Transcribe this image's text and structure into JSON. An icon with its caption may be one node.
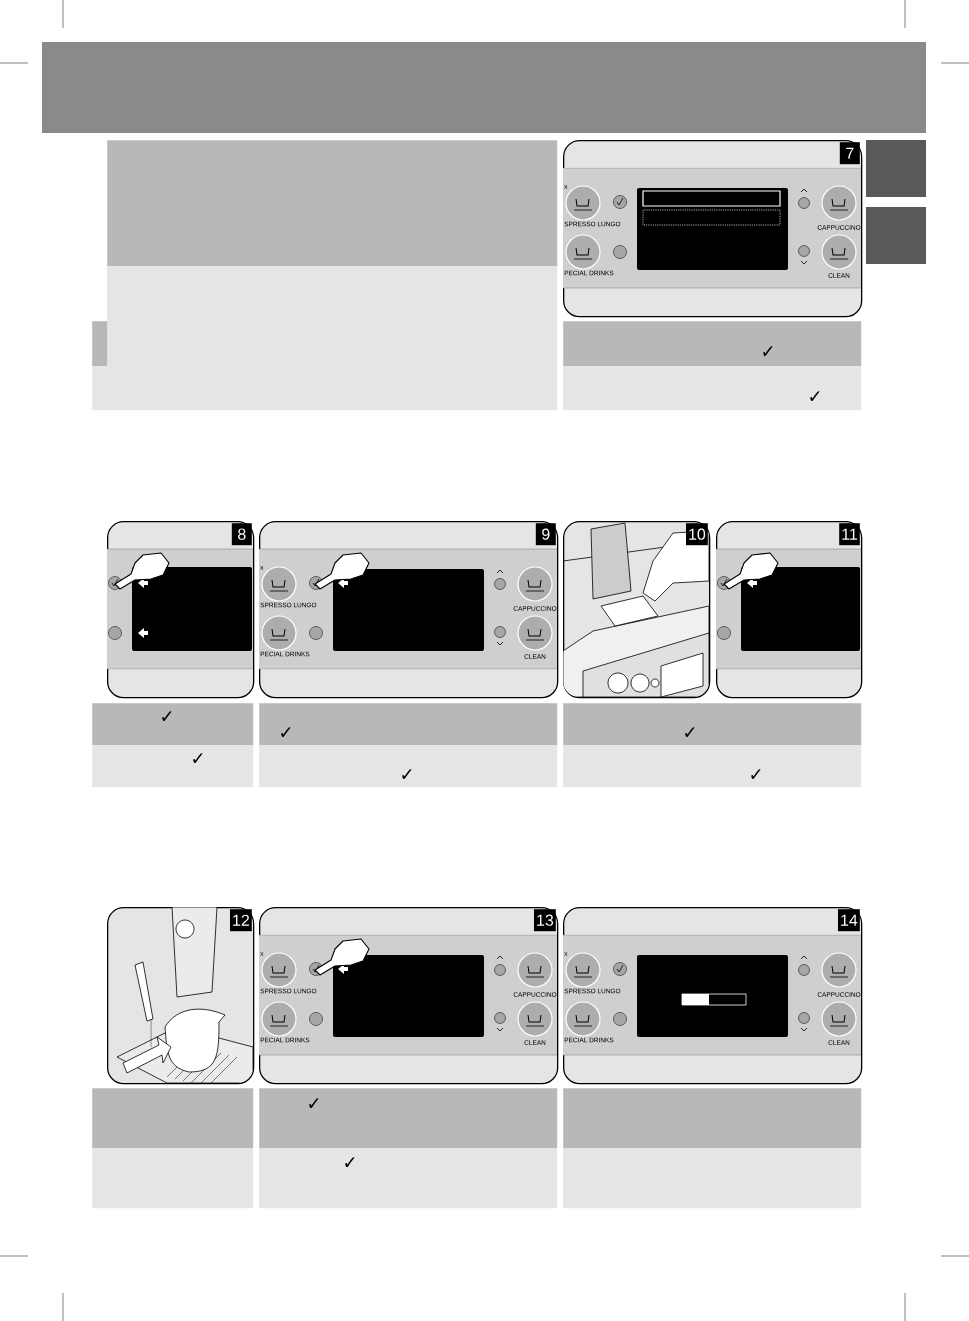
{
  "diagram": {
    "nodes": [
      {
        "text": [],
        "shape": "box"
      },
      {
        "text": [],
        "shape": "box"
      },
      {
        "text": [],
        "shape": "box"
      },
      {
        "text": [],
        "shape": "box"
      },
      {
        "text": [
          "7",
          "x",
          "SPRESSO LUNGO",
          "PECIAL DRINKS",
          "CAPPUCCINO",
          "CLEAN"
        ]
      },
      {
        "text": [
          "✓"
        ]
      },
      {
        "text": [
          "✓"
        ]
      },
      {
        "text": [
          "8"
        ]
      },
      {
        "text": [
          "9",
          "x",
          "SPRESSO LUNGO",
          "PECIAL DRINKS",
          "CAPPUCCINO",
          "CLEAN"
        ]
      },
      {
        "text": [
          "10"
        ]
      },
      {
        "text": [
          "11"
        ]
      },
      {
        "text": [
          "✓"
        ]
      },
      {
        "text": [
          "✓"
        ]
      },
      {
        "text": [
          "✓"
        ]
      },
      {
        "text": [
          "✓"
        ]
      },
      {
        "text": [
          "✓"
        ]
      },
      {
        "text": [
          "✓"
        ]
      },
      {
        "text": [
          "12"
        ]
      },
      {
        "text": [
          "13",
          "x",
          "SPRESSO LUNGO",
          "PECIAL DRINKS",
          "CAPPUCCINO",
          "CLEAN"
        ]
      },
      {
        "text": [
          "14",
          "x",
          "SPRESSO LUNGO",
          "PECIAL DRINKS",
          "CAPPUCCINO",
          "CLEAN"
        ]
      },
      {
        "text": [],
        "shape": "box"
      },
      {
        "text": [
          "✓"
        ]
      },
      {
        "text": [],
        "shape": "box"
      },
      {
        "text": [],
        "shape": "box"
      },
      {
        "text": [
          "✓"
        ]
      },
      {
        "text": [],
        "shape": "box"
      }
    ]
  }
}
